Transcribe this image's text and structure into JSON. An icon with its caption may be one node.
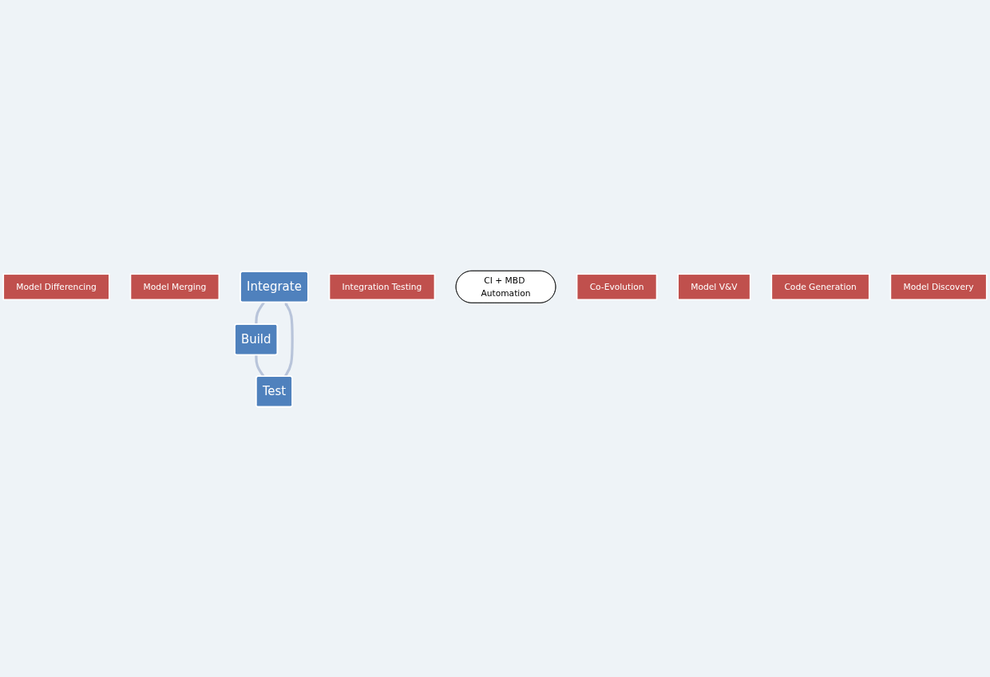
{
  "diagram": {
    "nodes": [
      {
        "text": [
          "Model Differencing"
        ]
      },
      {
        "text": [
          "Model Merging"
        ]
      },
      {
        "text": [
          "Integrate"
        ]
      },
      {
        "text": [
          "Integration Testing"
        ]
      },
      {
        "text": [
          "CI + MBD Automation"
        ]
      },
      {
        "text": [
          "Co-Evolution"
        ]
      },
      {
        "text": [
          "Test"
        ]
      },
      {
        "text": [
          "Build"
        ]
      },
      {
        "text": [
          "Model V&V"
        ]
      },
      {
        "text": [
          "Code Generation"
        ]
      },
      {
        "text": [
          "Model Discovery"
        ]
      }
    ],
    "edges": [
      {
        "from": 2,
        "to": 7,
        "arrow": "none"
      },
      {
        "from": 7,
        "to": 6,
        "arrow": "none"
      },
      {
        "from": 6,
        "to": 2,
        "arrow": "to"
      }
    ]
  }
}
